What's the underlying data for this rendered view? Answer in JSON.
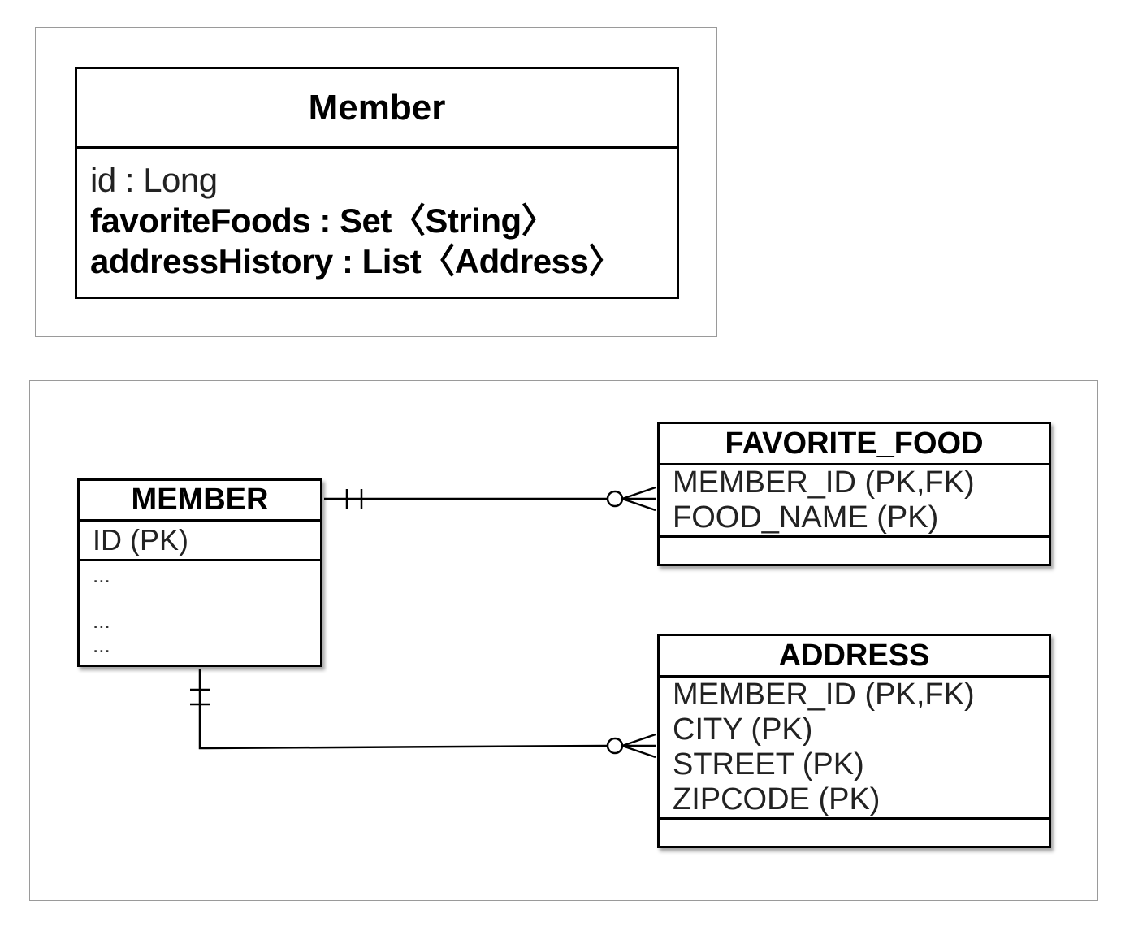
{
  "class_diagram": {
    "class_name": "Member",
    "attributes": [
      "id : Long",
      "favoriteFoods : Set〈String〉",
      "addressHistory : List〈Address〉"
    ]
  },
  "er_diagram": {
    "member": {
      "name": "MEMBER",
      "pk": "ID (PK)",
      "more_1": "...",
      "more_2": "...",
      "more_3": "..."
    },
    "favorite_food": {
      "name": "FAVORITE_FOOD",
      "columns": [
        "MEMBER_ID (PK,FK)",
        "FOOD_NAME (PK)"
      ]
    },
    "address": {
      "name": "ADDRESS",
      "columns": [
        "MEMBER_ID (PK,FK)",
        "CITY (PK)",
        "STREET (PK)",
        "ZIPCODE (PK)"
      ]
    },
    "relationships": [
      {
        "from": "MEMBER",
        "to": "FAVORITE_FOOD",
        "from_cardinality": "one-and-only-one",
        "to_cardinality": "zero-or-many"
      },
      {
        "from": "MEMBER",
        "to": "ADDRESS",
        "from_cardinality": "one-and-only-one",
        "to_cardinality": "zero-or-many"
      }
    ]
  }
}
